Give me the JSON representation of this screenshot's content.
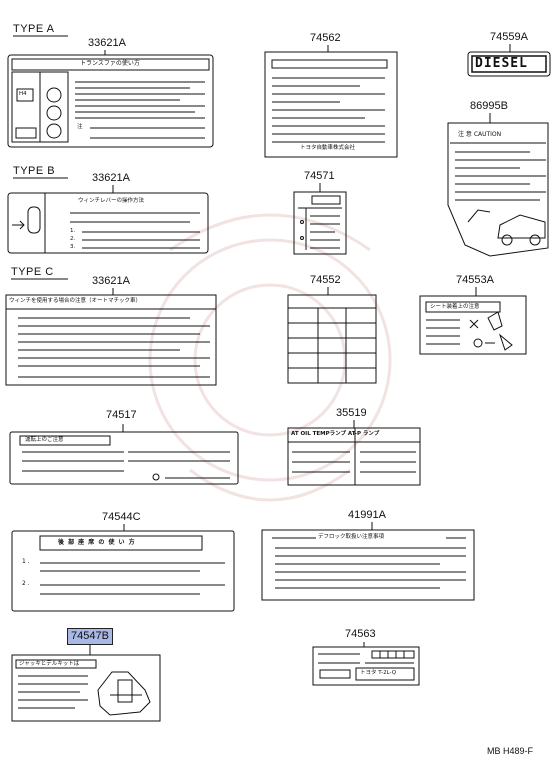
{
  "sections": {
    "type_a": "TYPE  A",
    "type_b": "TYPE  B",
    "type_c": "TYPE  C"
  },
  "parts": {
    "p33621a_a": "33621A",
    "p33621a_b": "33621A",
    "p33621a_c": "33621A",
    "p74562": "74562",
    "p74559a": "74559A",
    "p86995b": "86995B",
    "p74571": "74571",
    "p74552": "74552",
    "p74553a": "74553A",
    "p74517": "74517",
    "p35519": "35519",
    "p74544c": "74544C",
    "p41991a": "41991A",
    "p74547b": "74547B",
    "p74563": "74563"
  },
  "labels": {
    "transfer_title": "トランスファの使い方",
    "h4": "H4",
    "note": "注",
    "toyota_company": "トヨタ自動車株式会社",
    "diesel": "DIESEL",
    "caution_title": "注 意   CAUTION",
    "winch_title": "ウィンチレバーの操作方法",
    "list_1": "1.",
    "list_2": "2.",
    "list_3": "3.",
    "winch_auto_title": "ウィンチを使用する場合の注意（オートマチック車）",
    "seat_title": "シート装着上の注意",
    "driving_caution_title": "運転上のご注意",
    "atoil_title": "AT OIL TEMPランプ  AT-P ランプ",
    "seat_use_title": "後 部 座 席 の 使 い 方",
    "item_1": "1 .",
    "item_2": "2 .",
    "difflock_title": "デフロック取扱い注意事項",
    "jack_title": "ジャッキとデルキットは",
    "engine_label": "トヨタ T-2L-Q",
    "diagram_code": "MB  H489-F"
  },
  "colors": {
    "highlight": "#a9b8e4",
    "line": "#111111",
    "watermark": "#eedede"
  }
}
